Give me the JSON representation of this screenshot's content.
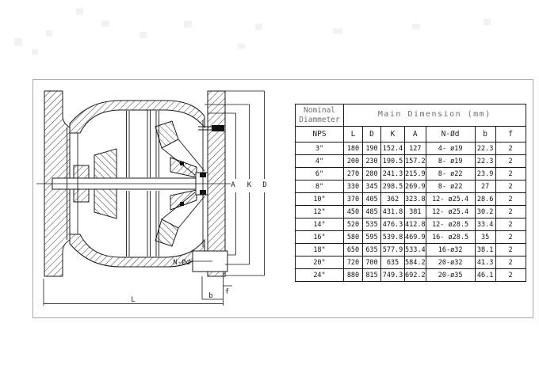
{
  "drawing": {
    "title": "check-valve-cross-section",
    "labels": {
      "a": "A",
      "k": "K",
      "d": "D",
      "l": "L",
      "b": "b",
      "f": "f",
      "bolt": "N-Ød"
    }
  },
  "table": {
    "header": {
      "nominal_line1": "Nominal",
      "nominal_line2": "Diammeter",
      "main_title": "Main Dimension (mm)",
      "nps": "NPS",
      "columns": [
        "L",
        "D",
        "K",
        "A",
        "N-Ød",
        "b",
        "f"
      ]
    },
    "rows": [
      [
        "3\"",
        "180",
        "190",
        "152.4",
        "127",
        "4- ø19",
        "22.3",
        "2"
      ],
      [
        "4\"",
        "200",
        "230",
        "190.5",
        "157.2",
        "8- ø19",
        "22.3",
        "2"
      ],
      [
        "6\"",
        "270",
        "280",
        "241.3",
        "215.9",
        "8- ø22",
        "23.9",
        "2"
      ],
      [
        "8\"",
        "330",
        "345",
        "298.5",
        "269.9",
        "8- ø22",
        "27",
        "2"
      ],
      [
        "10\"",
        "370",
        "405",
        "362",
        "323.8",
        "12- ø25.4",
        "28.6",
        "2"
      ],
      [
        "12\"",
        "450",
        "485",
        "431.8",
        "381",
        "12- ø25.4",
        "30.2",
        "2"
      ],
      [
        "14\"",
        "520",
        "535",
        "476.3",
        "412.8",
        "12- ø28.5",
        "33.4",
        "2"
      ],
      [
        "16\"",
        "580",
        "595",
        "539.8",
        "469.9",
        "16- ø28.5",
        "35",
        "2"
      ],
      [
        "18\"",
        "650",
        "635",
        "577.9",
        "533.4",
        "16-ø32",
        "38.1",
        "2"
      ],
      [
        "20\"",
        "720",
        "700",
        "635",
        "584.2",
        "20-ø32",
        "41.3",
        "2"
      ],
      [
        "24\"",
        "880",
        "815",
        "749.3",
        "692.2",
        "20-ø35",
        "46.1",
        "2"
      ]
    ]
  },
  "colors": {
    "line": "#1a1a1a",
    "frame": "#a9a9a9",
    "header_text": "#6e6e6e"
  }
}
